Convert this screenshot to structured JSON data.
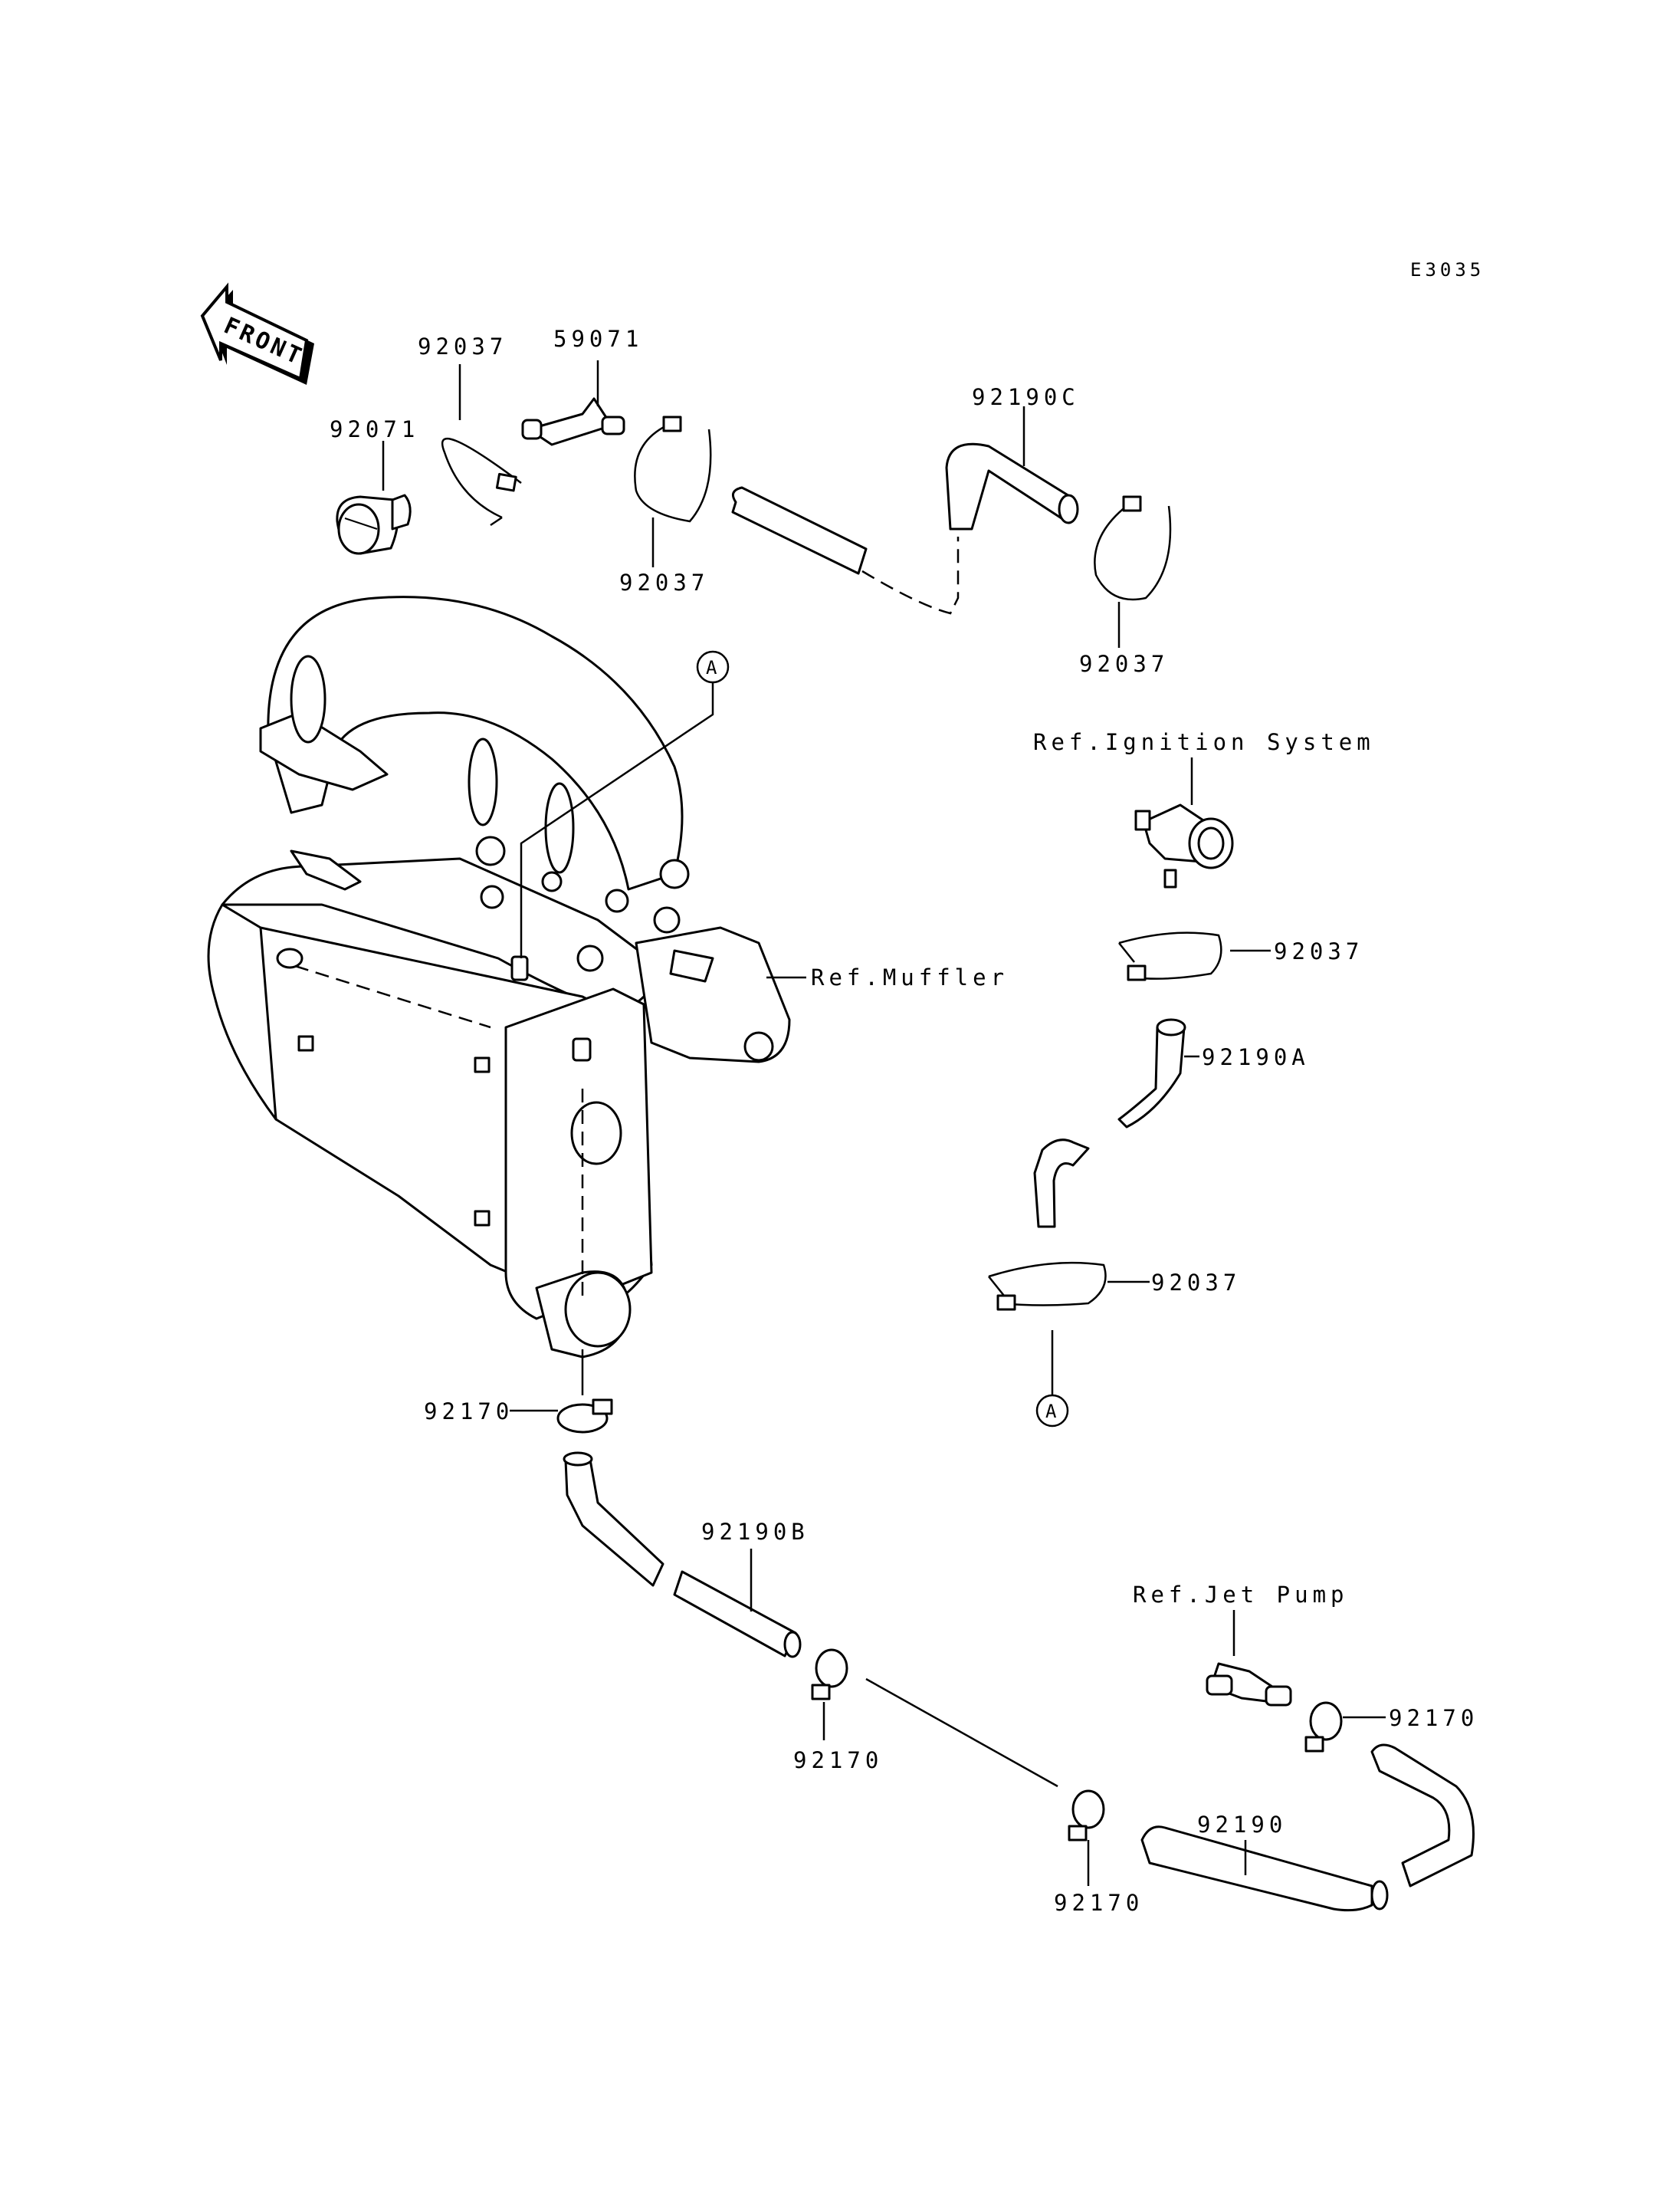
{
  "diagram_code": "E3035",
  "front_label": "FRONT",
  "callout_a": "A",
  "labels": {
    "p92037_top_left": "92037",
    "p59071": "59071",
    "p92071": "92071",
    "p92037_top_mid": "92037",
    "p92190C": "92190C",
    "p92037_top_right": "92037",
    "ref_ignition": "Ref.Ignition System",
    "ref_muffler": "Ref.Muffler",
    "p92037_right_1": "92037",
    "p92190A": "92190A",
    "p92037_right_2": "92037",
    "p92170_left": "92170",
    "p92190B": "92190B",
    "p92170_mid": "92170",
    "ref_jet_pump": "Ref.Jet Pump",
    "p92170_right": "92170",
    "p92190": "92190",
    "p92170_bottom": "92170"
  }
}
